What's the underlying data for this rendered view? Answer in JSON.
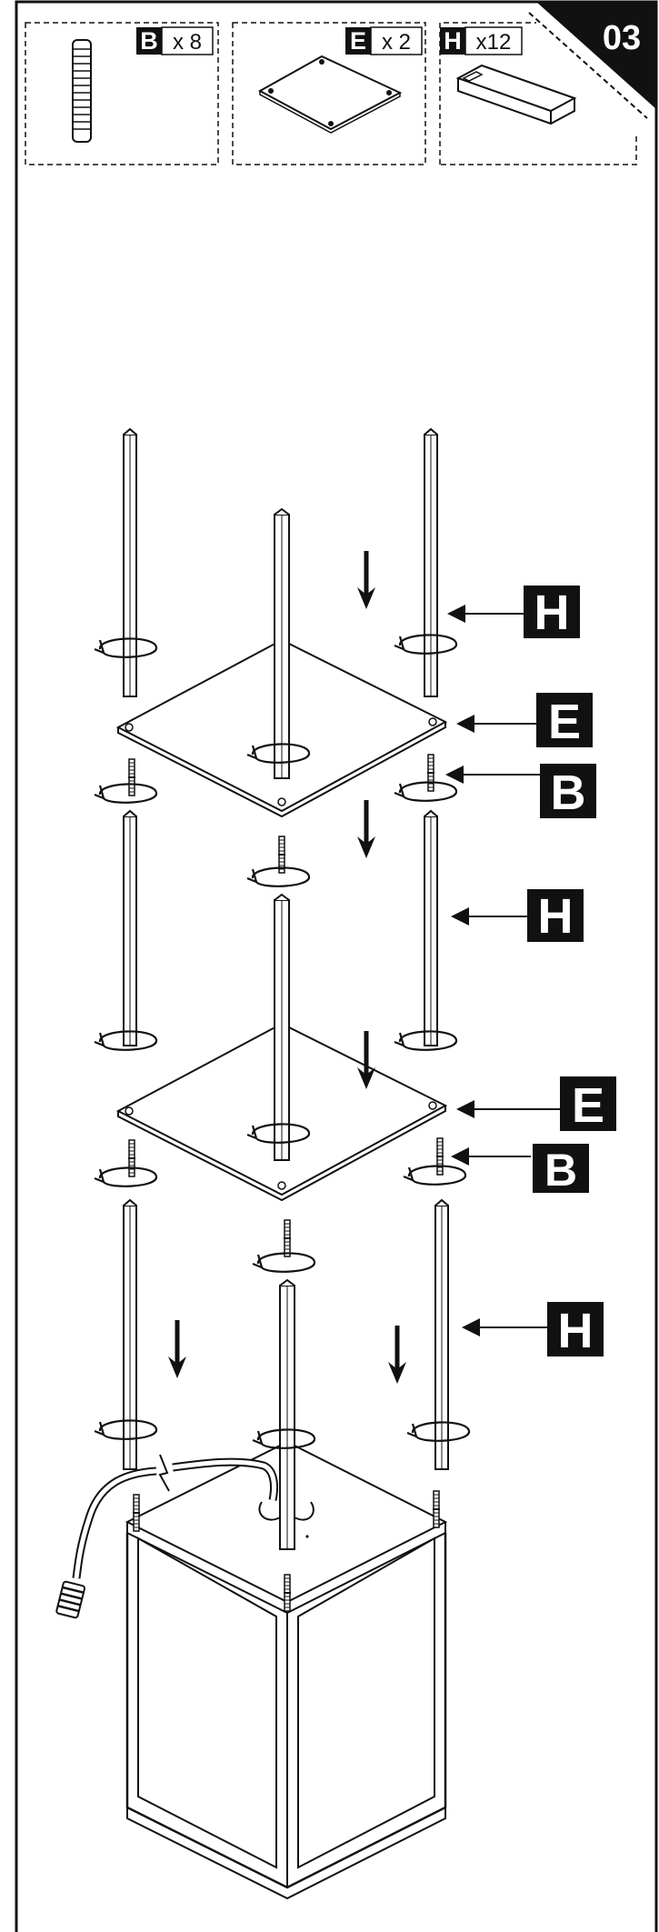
{
  "step_number": "03",
  "parts": [
    {
      "letter": "B",
      "quantity": "x 8"
    },
    {
      "letter": "E",
      "quantity": "x 2"
    },
    {
      "letter": "H",
      "quantity": "x12"
    }
  ],
  "callouts": {
    "h_top": "H",
    "e_top": "E",
    "b_top": "B",
    "h_mid": "H",
    "e_mid": "E",
    "b_mid": "B",
    "h_bottom": "H"
  }
}
